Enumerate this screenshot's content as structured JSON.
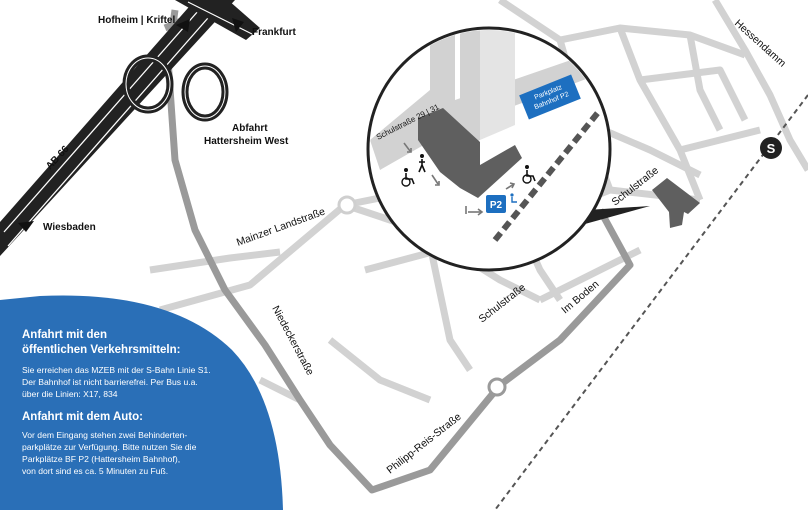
{
  "places": {
    "hofheim": "Hofheim | Kriftel",
    "frankfurt": "Frankfurt",
    "wiesbaden": "Wiesbaden",
    "ab66": "AB 66",
    "exit_line1": "Abfahrt",
    "exit_line2": "Hattersheim West",
    "hessendamm": "Hessendamm"
  },
  "streets": {
    "mainzer": "Mainzer Landstraße",
    "niedecker": "Niedeckerstraße",
    "schulstrasse_main": "Schulstraße",
    "schulstrasse_ne": "Schulstraße",
    "im_boden": "Im Boden",
    "philipp_reis": "Philipp-Reis-Straße"
  },
  "inset": {
    "street": "Schulstraße  29 | 31",
    "parking_line1": "Parkplatz",
    "parking_line2": "Bahnhof P2",
    "parking_badge": "P2"
  },
  "station_badge": "S",
  "colors": {
    "road": "#cfcfcf",
    "route": "#999999",
    "brand_blue": "#2a6fb7",
    "parking_blue": "#1d6fc0",
    "building": "#5f5f5f",
    "rail": "#555555"
  },
  "icons": [
    "wheelchair-icon",
    "pedestrian-icon",
    "parking-icon",
    "direction-arrow-icon",
    "s-bahn-icon"
  ],
  "info": {
    "public_title_line1": "Anfahrt mit den",
    "public_title_line2": "öffentlichen Verkehrsmitteln:",
    "public_text_line1": "Sie erreichen das MZEB mit der S-Bahn Linie S1.",
    "public_text_line2": "Der Bahnhof ist nicht barrierefrei. Per Bus u.a.",
    "public_text_line3": "über die Linien: X17, 834",
    "car_title": "Anfahrt mit dem Auto:",
    "car_text_line1": "Vor dem Eingang stehen zwei Behinderten-",
    "car_text_line2": "parkplätze zur Verfügung. Bitte nutzen Sie die",
    "car_text_line3": "Parkplätze BF P2 (Hattersheim Bahnhof),",
    "car_text_line4": "von dort sind es ca. 5 Minuten zu Fuß."
  }
}
